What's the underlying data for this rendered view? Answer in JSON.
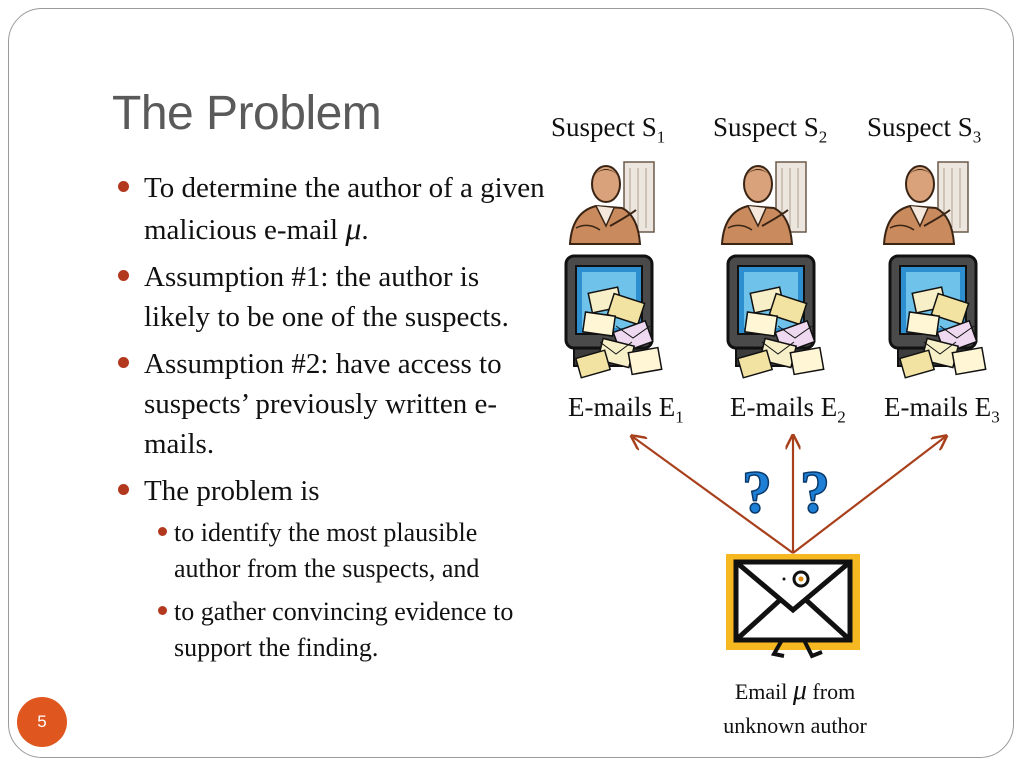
{
  "title": "The Problem",
  "bullets": {
    "b1": "To determine the author of a given malicious e-mail ",
    "b1_mu": "μ",
    "b1_end": ".",
    "b2": "Assumption #1: the author is likely to be one of the suspects.",
    "b3": "Assumption #2: have access to suspects’ previously written e-mails.",
    "b4": "The problem is",
    "sub1": "to identify the most plausible author from the suspects, and",
    "sub2": "to gather convincing evidence to support the finding."
  },
  "suspects": [
    {
      "label": "Suspect S",
      "sub": "1"
    },
    {
      "label": "Suspect S",
      "sub": "2"
    },
    {
      "label": "Suspect S",
      "sub": "3"
    }
  ],
  "emails": [
    {
      "label": "E-mails E",
      "sub": "1"
    },
    {
      "label": "E-mails E",
      "sub": "2"
    },
    {
      "label": "E-mails E",
      "sub": "3"
    }
  ],
  "question_marks": "?",
  "caption": {
    "line1_a": "Email ",
    "mu": "μ",
    "line1_b": " from",
    "line2": "unknown author"
  },
  "slide_number": "5",
  "colors": {
    "title": "#5a5a5a",
    "bullet": "#b2381e",
    "arrow": "#a8401c",
    "question": "#1e7fd6",
    "envelope_bg": "#f5b820",
    "slide_badge": "#e0561f"
  },
  "icons": [
    "suspect-person-icon",
    "computer-emails-icon",
    "envelope-icon",
    "question-mark-icon"
  ]
}
